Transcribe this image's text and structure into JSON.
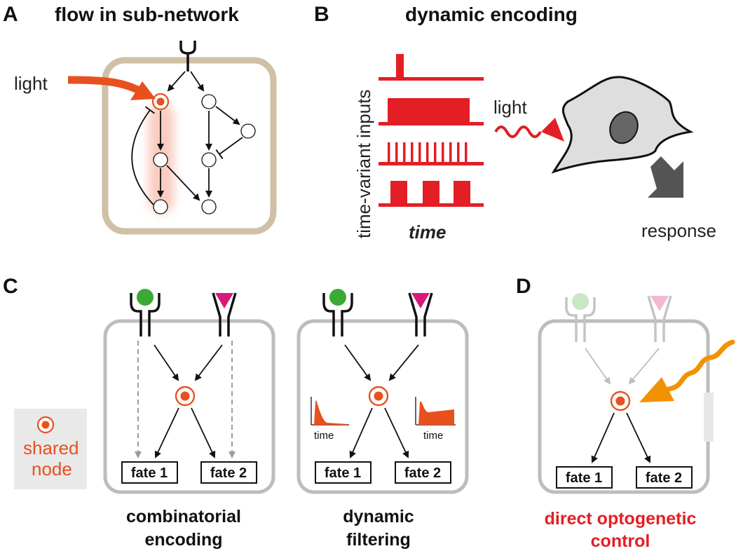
{
  "colors": {
    "light_orange": "#e8501e",
    "input_red": "#e31e24",
    "cell_border_beige": "#cfc0a6",
    "cell_border_gray": "#bdbdbd",
    "ligand_green": "#3aaa35",
    "ligand_magenta": "#d8197a",
    "light_wave_orange": "#f39200",
    "caption_red": "#e31e24"
  },
  "panel_a": {
    "letter": "A",
    "title": "flow in sub-network",
    "light_label": "light"
  },
  "panel_b": {
    "letter": "B",
    "title": "dynamic encoding",
    "y_label": "time-variant inputs",
    "x_label": "time",
    "light_label": "light",
    "response_label": "response"
  },
  "panel_c": {
    "letter": "C",
    "legend_label_line1": "shared",
    "legend_label_line2": "node",
    "left": {
      "fate1": "fate 1",
      "fate2": "fate 2",
      "caption_line1": "combinatorial",
      "caption_line2": "encoding"
    },
    "right": {
      "fate1": "fate 1",
      "fate2": "fate 2",
      "inset_label_left": "time",
      "inset_label_right": "time",
      "caption_line1": "dynamic",
      "caption_line2": "filtering"
    }
  },
  "panel_d": {
    "letter": "D",
    "fate1": "fate 1",
    "fate2": "fate 2",
    "caption_line1": "direct optogenetic",
    "caption_line2": "control"
  }
}
